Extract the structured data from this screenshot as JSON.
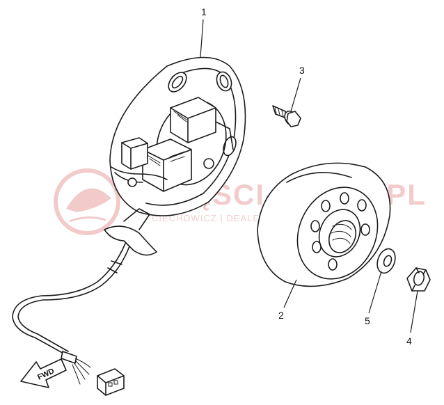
{
  "callouts": {
    "p1": "1",
    "p2": "2",
    "p3": "3",
    "p4": "4",
    "p5": "5"
  },
  "direction_label": "FWD",
  "watermark": {
    "brand": "CZĘŚCI-SKLEP.PL",
    "tagline": "CIECHOWICZ | DEALER YAMAHA"
  },
  "colors": {
    "line": "#1a1a1a",
    "watermark": "#e9a3a3"
  }
}
